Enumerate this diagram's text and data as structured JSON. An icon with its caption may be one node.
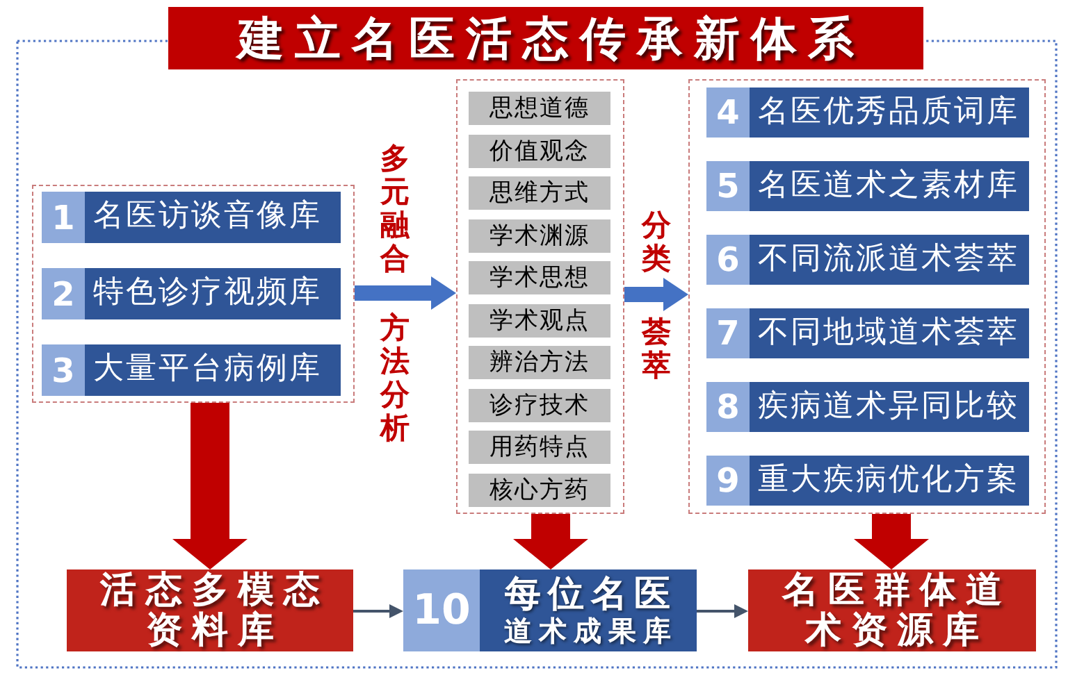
{
  "diagram": {
    "title": "建立名医活态传承新体系",
    "nodes": [
      {
        "text": [],
        "shape": "box"
      },
      {
        "text": [
          "1",
          "名医访谈音像库"
        ],
        "in": 0
      },
      {
        "text": [
          "2",
          "特色诊疗视频库"
        ],
        "in": 0
      },
      {
        "text": [
          "3",
          "大量平台病例库"
        ],
        "in": 0
      },
      {
        "text": [],
        "shape": "box"
      },
      {
        "text": [
          "思想道德"
        ],
        "in": 4
      },
      {
        "text": [
          "价值观念"
        ],
        "in": 4
      },
      {
        "text": [
          "思维方式"
        ],
        "in": 4
      },
      {
        "text": [
          "学术渊源"
        ],
        "in": 4
      },
      {
        "text": [
          "学术思想"
        ],
        "in": 4
      },
      {
        "text": [
          "学术观点"
        ],
        "in": 4
      },
      {
        "text": [
          "辨治方法"
        ],
        "in": 4
      },
      {
        "text": [
          "诊疗技术"
        ],
        "in": 4
      },
      {
        "text": [
          "用药特点"
        ],
        "in": 4
      },
      {
        "text": [
          "核心方药"
        ],
        "in": 4
      },
      {
        "text": [],
        "shape": "box"
      },
      {
        "text": [
          "4",
          "名医优秀品质词库"
        ],
        "in": 15
      },
      {
        "text": [
          "5",
          "名医道术之素材库"
        ],
        "in": 15
      },
      {
        "text": [
          "6",
          "不同流派道术荟萃"
        ],
        "in": 15
      },
      {
        "text": [
          "7",
          "不同地域道术荟萃"
        ],
        "in": 15
      },
      {
        "text": [
          "8",
          "疾病道术异同比较"
        ],
        "in": 15
      },
      {
        "text": [
          "9",
          "重大疾病优化方案"
        ],
        "in": 15
      },
      {
        "text": [
          "活态多模态资料库"
        ]
      },
      {
        "text": [
          "10",
          "每位名医",
          "道术成果库"
        ]
      },
      {
        "text": [
          "名医群体道术资源库"
        ]
      }
    ],
    "edges": [
      {
        "from": 0,
        "to": 4,
        "arrow": "to",
        "label": "多元融合",
        "color": "#4472c4"
      },
      {
        "from": 4,
        "to": 15,
        "arrow": "to",
        "label": "分类",
        "color": "#4472c4"
      },
      {
        "from": 0,
        "to": 22,
        "arrow": "to",
        "style": "thick"
      },
      {
        "from": 4,
        "to": 23,
        "arrow": "to",
        "style": "thick"
      },
      {
        "from": 15,
        "to": 24,
        "arrow": "to",
        "style": "thick"
      },
      {
        "from": 22,
        "to": 23,
        "arrow": "to",
        "color": "#44546a"
      },
      {
        "from": 23,
        "to": 24,
        "arrow": "to",
        "color": "#44546a"
      }
    ],
    "labels": [
      "方法分析",
      "荟萃"
    ]
  }
}
